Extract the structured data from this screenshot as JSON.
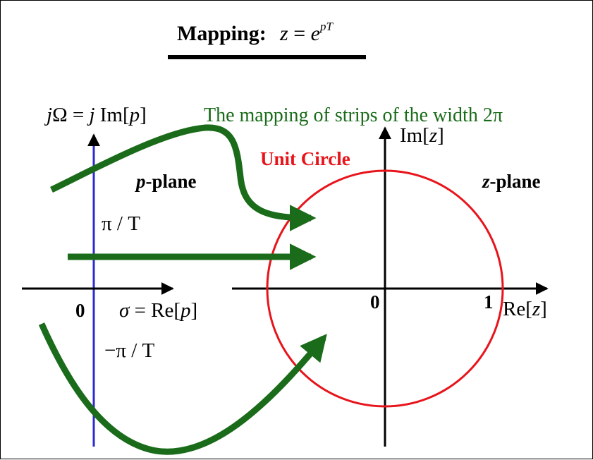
{
  "title": {
    "label": "Mapping:",
    "equation_lhs": "z",
    "equation_eq": " = ",
    "equation_base": "e",
    "equation_exp": "pT"
  },
  "caption": {
    "text": "The mapping of strips of the width ",
    "width_symbol": "2π"
  },
  "p_plane": {
    "name": "-plane",
    "name_var": "p",
    "vertical_axis": "jΩ = j Im[p]",
    "horizontal_axis": "σ = Re[p]",
    "origin": "0",
    "upper_strip": "π / T",
    "lower_strip": "−π / T"
  },
  "z_plane": {
    "name": "-plane",
    "name_var": "z",
    "vertical_axis": "Im[z]",
    "horizontal_axis": "Re[z]",
    "origin": "0",
    "unit_point": "1",
    "circle_label": "Unit Circle"
  },
  "colors": {
    "arrow_green": "#1a6b1a",
    "circle_red": "#e8141b",
    "axis_blue": "#2b2bd1",
    "ink": "#000000"
  }
}
